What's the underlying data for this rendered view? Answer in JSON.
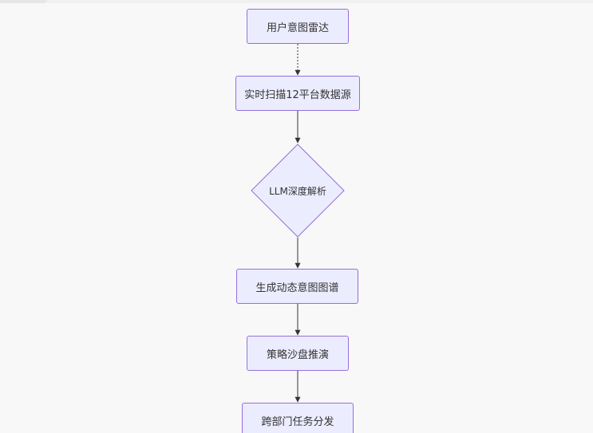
{
  "flowchart": {
    "nodes": {
      "user_intent_radar": "用户意图雷达",
      "realtime_scan": "实时扫描12平台数据源",
      "llm_analysis": "LLM深度解析",
      "intent_graph": "生成动态意图图谱",
      "strategy_sandbox": "策略沙盘推演",
      "task_dispatch": "跨部门任务分发"
    }
  },
  "colors": {
    "node_fill": "#ececff",
    "node_border": "#9370db",
    "edge": "#333333",
    "background": "#f8f8f8"
  }
}
